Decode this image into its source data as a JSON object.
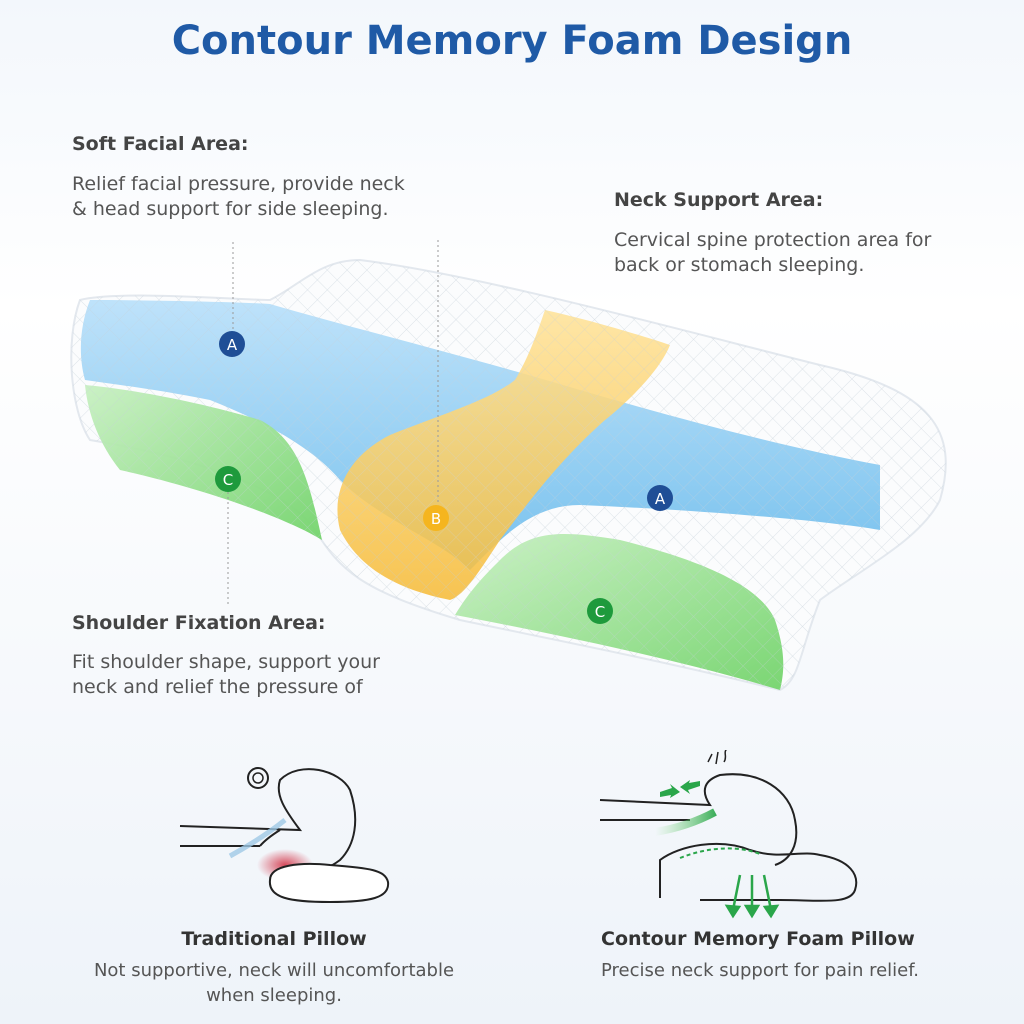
{
  "title": "Contour Memory Foam Design",
  "areas": {
    "soft_facial": {
      "heading": "Soft Facial Area:",
      "line1": "Relief facial pressure, provide neck",
      "line2": "& head support for side sleeping."
    },
    "neck_support": {
      "heading": "Neck Support Area:",
      "line1": "Cervical spine protection area for",
      "line2": "back or stomach sleeping."
    },
    "shoulder_fixation": {
      "heading": "Shoulder Fixation Area:",
      "line1": "Fit shoulder shape, support your",
      "line2": "neck and relief the pressure of"
    }
  },
  "markers": {
    "a1": "A",
    "a2": "A",
    "b": "B",
    "c1": "C",
    "c2": "C"
  },
  "colors": {
    "title": "#1f5aa6",
    "zone_a": "#7fc4f0",
    "zone_b": "#f7c24a",
    "zone_c": "#7ed87a",
    "marker_a": "#1f4e96",
    "marker_b": "#f5b51e",
    "marker_c": "#1e9a3c",
    "pressure_red": "#d4384b",
    "arrow_green": "#2aa64a"
  },
  "comparison": {
    "traditional": {
      "title": "Traditional Pillow",
      "line1": "Not supportive, neck will uncomfortable",
      "line2": "when sleeping."
    },
    "contour": {
      "title": "Contour Memory Foam Pillow",
      "line1": "Precise neck support for pain relief."
    }
  }
}
